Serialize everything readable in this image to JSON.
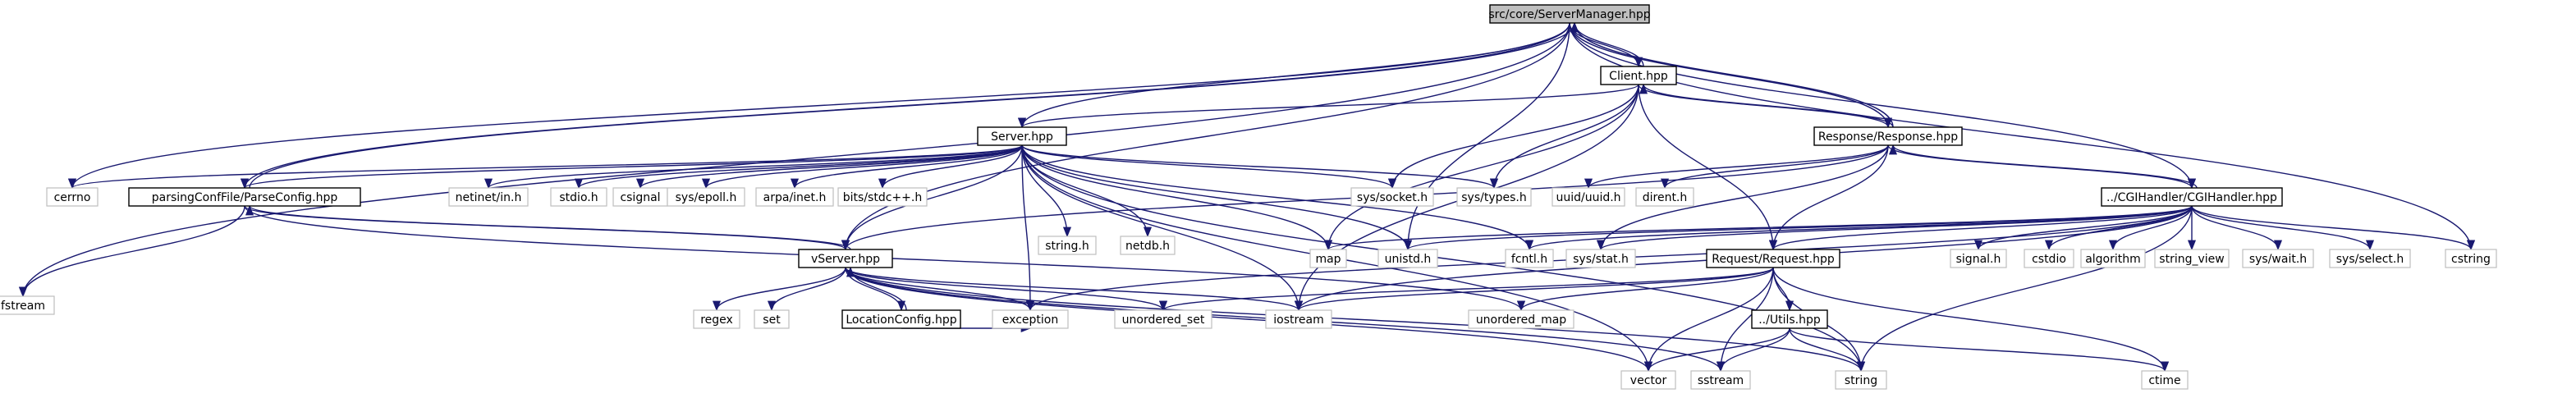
{
  "diagram": {
    "title": "src/core/ServerManager.hpp",
    "edge_colors": {
      "include": "#191970",
      "reverse": "#191970"
    },
    "nodes": [
      {
        "id": "root",
        "label": "src/core/ServerManager.hpp",
        "kind": "root"
      },
      {
        "id": "client",
        "label": "Client.hpp",
        "kind": "primary"
      },
      {
        "id": "server",
        "label": "Server.hpp",
        "kind": "primary"
      },
      {
        "id": "response",
        "label": "Response/Response.hpp",
        "kind": "primary"
      },
      {
        "id": "cgi",
        "label": "../CGIHandler/CGIHandler.hpp",
        "kind": "primary"
      },
      {
        "id": "parse",
        "label": "parsingConfFile/ParseConfig.hpp",
        "kind": "primary"
      },
      {
        "id": "vserver",
        "label": "vServer.hpp",
        "kind": "primary"
      },
      {
        "id": "request",
        "label": "Request/Request.hpp",
        "kind": "primary"
      },
      {
        "id": "location",
        "label": "LocationConfig.hpp",
        "kind": "primary"
      },
      {
        "id": "utils",
        "label": "../Utils.hpp",
        "kind": "primary"
      },
      {
        "id": "cerrno",
        "label": "cerrno",
        "kind": "system"
      },
      {
        "id": "fstream",
        "label": "fstream",
        "kind": "system"
      },
      {
        "id": "netinet",
        "label": "netinet/in.h",
        "kind": "system"
      },
      {
        "id": "stdio",
        "label": "stdio.h",
        "kind": "system"
      },
      {
        "id": "csignal",
        "label": "csignal",
        "kind": "system"
      },
      {
        "id": "epoll",
        "label": "sys/epoll.h",
        "kind": "system"
      },
      {
        "id": "arpa",
        "label": "arpa/inet.h",
        "kind": "system"
      },
      {
        "id": "bits",
        "label": "bits/stdc++.h",
        "kind": "system"
      },
      {
        "id": "stringh",
        "label": "string.h",
        "kind": "system"
      },
      {
        "id": "netdb",
        "label": "netdb.h",
        "kind": "system"
      },
      {
        "id": "socket",
        "label": "sys/socket.h",
        "kind": "system"
      },
      {
        "id": "types",
        "label": "sys/types.h",
        "kind": "system"
      },
      {
        "id": "uuid",
        "label": "uuid/uuid.h",
        "kind": "system"
      },
      {
        "id": "dirent",
        "label": "dirent.h",
        "kind": "system"
      },
      {
        "id": "map",
        "label": "map",
        "kind": "system"
      },
      {
        "id": "unistd",
        "label": "unistd.h",
        "kind": "system"
      },
      {
        "id": "fcntl",
        "label": "fcntl.h",
        "kind": "system"
      },
      {
        "id": "stat",
        "label": "sys/stat.h",
        "kind": "system"
      },
      {
        "id": "signal",
        "label": "signal.h",
        "kind": "system"
      },
      {
        "id": "cstdio",
        "label": "cstdio",
        "kind": "system"
      },
      {
        "id": "algorithm",
        "label": "algorithm",
        "kind": "system"
      },
      {
        "id": "string_view",
        "label": "string_view",
        "kind": "system"
      },
      {
        "id": "wait",
        "label": "sys/wait.h",
        "kind": "system"
      },
      {
        "id": "select",
        "label": "sys/select.h",
        "kind": "system"
      },
      {
        "id": "cstring",
        "label": "cstring",
        "kind": "system"
      },
      {
        "id": "regex",
        "label": "regex",
        "kind": "system"
      },
      {
        "id": "set",
        "label": "set",
        "kind": "system"
      },
      {
        "id": "exception",
        "label": "exception",
        "kind": "system"
      },
      {
        "id": "unordered_set",
        "label": "unordered_set",
        "kind": "system"
      },
      {
        "id": "iostream",
        "label": "iostream",
        "kind": "system"
      },
      {
        "id": "unordered_map",
        "label": "unordered_map",
        "kind": "system"
      },
      {
        "id": "vector",
        "label": "vector",
        "kind": "system"
      },
      {
        "id": "sstream",
        "label": "sstream",
        "kind": "system"
      },
      {
        "id": "string",
        "label": "string",
        "kind": "system"
      },
      {
        "id": "ctime",
        "label": "ctime",
        "kind": "system"
      }
    ],
    "edges": [
      {
        "from": "root",
        "to": "client"
      },
      {
        "from": "client",
        "to": "root",
        "reverse": true
      },
      {
        "from": "root",
        "to": "server"
      },
      {
        "from": "root",
        "to": "response"
      },
      {
        "from": "response",
        "to": "root",
        "reverse": true
      },
      {
        "from": "root",
        "to": "cgi"
      },
      {
        "from": "root",
        "to": "parse"
      },
      {
        "from": "parse",
        "to": "root",
        "reverse": true
      },
      {
        "from": "root",
        "to": "vserver"
      },
      {
        "from": "root",
        "to": "cerrno"
      },
      {
        "from": "root",
        "to": "fstream"
      },
      {
        "from": "root",
        "to": "cstring"
      },
      {
        "from": "root",
        "to": "unistd"
      },
      {
        "from": "client",
        "to": "server"
      },
      {
        "from": "client",
        "to": "response"
      },
      {
        "from": "response",
        "to": "client",
        "reverse": true
      },
      {
        "from": "client",
        "to": "request"
      },
      {
        "from": "client",
        "to": "socket"
      },
      {
        "from": "client",
        "to": "types"
      },
      {
        "from": "client",
        "to": "map"
      },
      {
        "from": "client",
        "to": "iostream"
      },
      {
        "from": "server",
        "to": "cerrno"
      },
      {
        "from": "server",
        "to": "parse"
      },
      {
        "from": "server",
        "to": "netinet"
      },
      {
        "from": "server",
        "to": "stdio"
      },
      {
        "from": "server",
        "to": "csignal"
      },
      {
        "from": "server",
        "to": "epoll"
      },
      {
        "from": "server",
        "to": "arpa"
      },
      {
        "from": "server",
        "to": "bits"
      },
      {
        "from": "server",
        "to": "stringh"
      },
      {
        "from": "server",
        "to": "netdb"
      },
      {
        "from": "server",
        "to": "socket"
      },
      {
        "from": "server",
        "to": "types"
      },
      {
        "from": "server",
        "to": "map"
      },
      {
        "from": "server",
        "to": "unistd"
      },
      {
        "from": "server",
        "to": "fcntl"
      },
      {
        "from": "server",
        "to": "vserver"
      },
      {
        "from": "server",
        "to": "exception"
      },
      {
        "from": "server",
        "to": "iostream"
      },
      {
        "from": "server",
        "to": "vector"
      },
      {
        "from": "server",
        "to": "string"
      },
      {
        "from": "response",
        "to": "cgi"
      },
      {
        "from": "cgi",
        "to": "response",
        "reverse": true
      },
      {
        "from": "response",
        "to": "request"
      },
      {
        "from": "response",
        "to": "uuid"
      },
      {
        "from": "response",
        "to": "dirent"
      },
      {
        "from": "response",
        "to": "stat"
      },
      {
        "from": "response",
        "to": "vserver"
      },
      {
        "from": "cgi",
        "to": "request"
      },
      {
        "from": "cgi",
        "to": "map"
      },
      {
        "from": "cgi",
        "to": "unistd"
      },
      {
        "from": "cgi",
        "to": "fcntl"
      },
      {
        "from": "cgi",
        "to": "stat"
      },
      {
        "from": "cgi",
        "to": "signal"
      },
      {
        "from": "cgi",
        "to": "cstdio"
      },
      {
        "from": "cgi",
        "to": "algorithm"
      },
      {
        "from": "cgi",
        "to": "string_view"
      },
      {
        "from": "cgi",
        "to": "wait"
      },
      {
        "from": "cgi",
        "to": "select"
      },
      {
        "from": "cgi",
        "to": "cstring"
      },
      {
        "from": "cgi",
        "to": "string"
      },
      {
        "from": "cgi",
        "to": "iostream"
      },
      {
        "from": "cgi",
        "to": "exception"
      },
      {
        "from": "parse",
        "to": "vserver"
      },
      {
        "from": "vserver",
        "to": "parse",
        "reverse": true
      },
      {
        "from": "parse",
        "to": "fstream"
      },
      {
        "from": "parse",
        "to": "unordered_map"
      },
      {
        "from": "vserver",
        "to": "regex"
      },
      {
        "from": "vserver",
        "to": "set"
      },
      {
        "from": "vserver",
        "to": "location"
      },
      {
        "from": "location",
        "to": "vserver",
        "reverse": true
      },
      {
        "from": "vserver",
        "to": "exception"
      },
      {
        "from": "vserver",
        "to": "unordered_set"
      },
      {
        "from": "vserver",
        "to": "iostream"
      },
      {
        "from": "vserver",
        "to": "vector"
      },
      {
        "from": "vserver",
        "to": "sstream"
      },
      {
        "from": "vserver",
        "to": "string"
      },
      {
        "from": "location",
        "to": "exception"
      },
      {
        "from": "request",
        "to": "utils"
      },
      {
        "from": "request",
        "to": "unordered_map"
      },
      {
        "from": "request",
        "to": "unordered_set"
      },
      {
        "from": "request",
        "to": "iostream"
      },
      {
        "from": "request",
        "to": "vector"
      },
      {
        "from": "request",
        "to": "sstream"
      },
      {
        "from": "request",
        "to": "string"
      },
      {
        "from": "request",
        "to": "ctime"
      },
      {
        "from": "utils",
        "to": "vector"
      },
      {
        "from": "utils",
        "to": "sstream"
      },
      {
        "from": "utils",
        "to": "string"
      },
      {
        "from": "utils",
        "to": "ctime"
      }
    ]
  }
}
